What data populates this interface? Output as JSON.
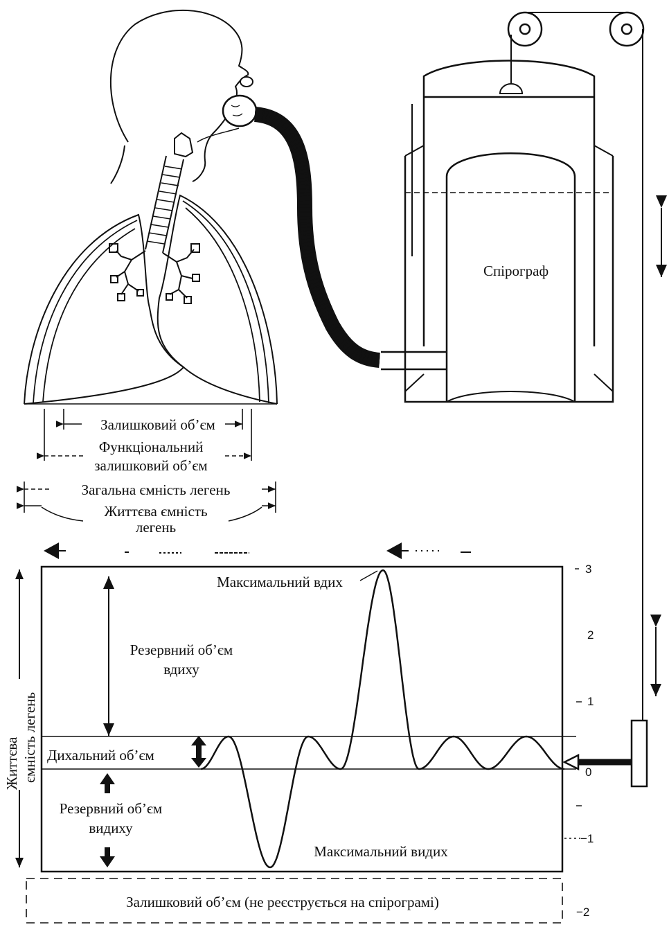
{
  "spirograph": {
    "label": "Спірограф"
  },
  "lung_volumes": {
    "residual": "Залишковий об’єм",
    "frc_line1": "Функціональний",
    "frc_line2": "залишковий об’єм",
    "total_capacity": "Загальна ємність легень",
    "vital_line1": "Життєва ємність",
    "vital_line2": "легень"
  },
  "spirogram": {
    "max_inspiration": "Максимальний вдих",
    "max_expiration": "Максимальний видих",
    "irv_line1": "Резервний об’єм",
    "irv_line2": "вдиху",
    "tidal": "Дихальний об’єм",
    "erv_line1": "Резервний об’єм",
    "erv_line2": "видиху",
    "vital_axis_line1": "Життєва",
    "vital_axis_line2": "ємність легень",
    "residual_note": "Залишковий об’єм (не реєструється на спірограмі)",
    "y_ticks": [
      "3",
      "2",
      "1",
      "0",
      "−1",
      "−2"
    ]
  },
  "colors": {
    "ink": "#111111",
    "background": "#ffffff"
  }
}
